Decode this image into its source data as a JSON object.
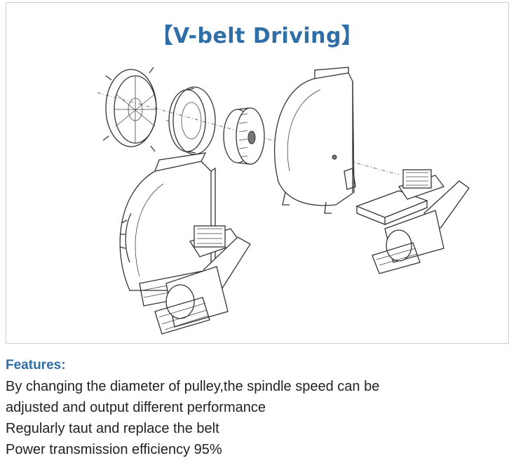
{
  "figure": {
    "title": "【V-belt Driving】"
  },
  "features": {
    "heading": "Features:",
    "lines": [
      "By changing the diameter of pulley,the spindle speed can be",
      "adjusted and output different performance",
      "Regularly taut and replace the belt",
      "Power transmission efficiency 95%"
    ]
  }
}
